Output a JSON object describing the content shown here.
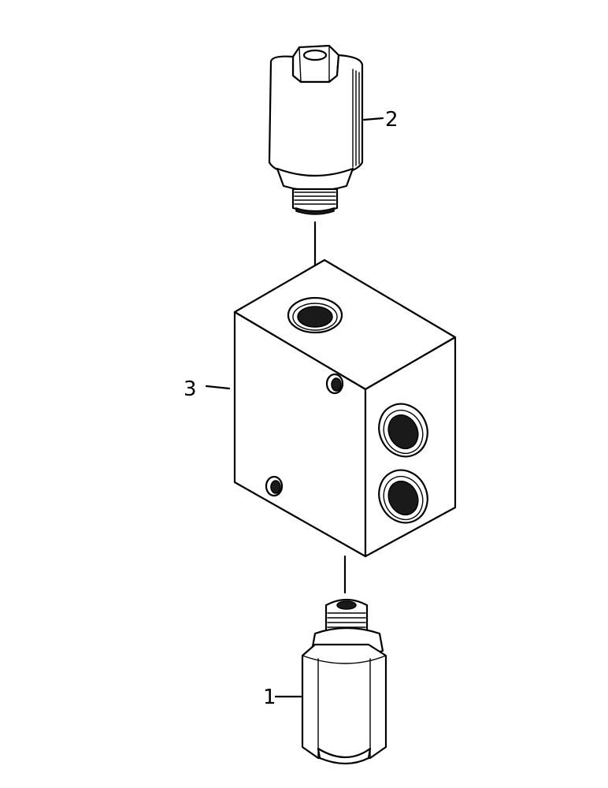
{
  "callouts": {
    "part1": "1",
    "part2": "2",
    "part3": "3"
  }
}
